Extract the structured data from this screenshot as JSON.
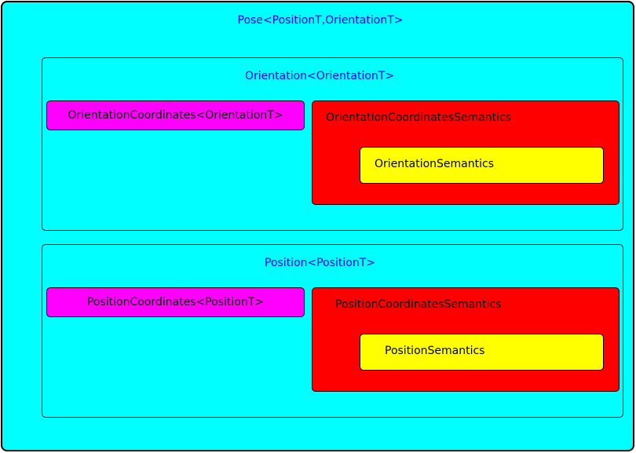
{
  "pose": {
    "label": "Pose<PositionT,OrientationT>",
    "orientation": {
      "label": "Orientation<OrientationT>",
      "coordinates": "OrientationCoordinates<OrientationT>",
      "coordinates_semantics": "OrientationCoordinatesSemantics",
      "semantics": "OrientationSemantics"
    },
    "position": {
      "label": "Position<PositionT>",
      "coordinates": "PositionCoordinates<PositionT>",
      "coordinates_semantics": "PositionCoordinatesSemantics",
      "semantics": "PositionSemantics"
    }
  },
  "colors": {
    "container": "#00ffff",
    "coordinates": "#ff00ff",
    "coordinates_semantics": "#ff0000",
    "semantics": "#ffff00",
    "container_text": "#0000ff"
  }
}
